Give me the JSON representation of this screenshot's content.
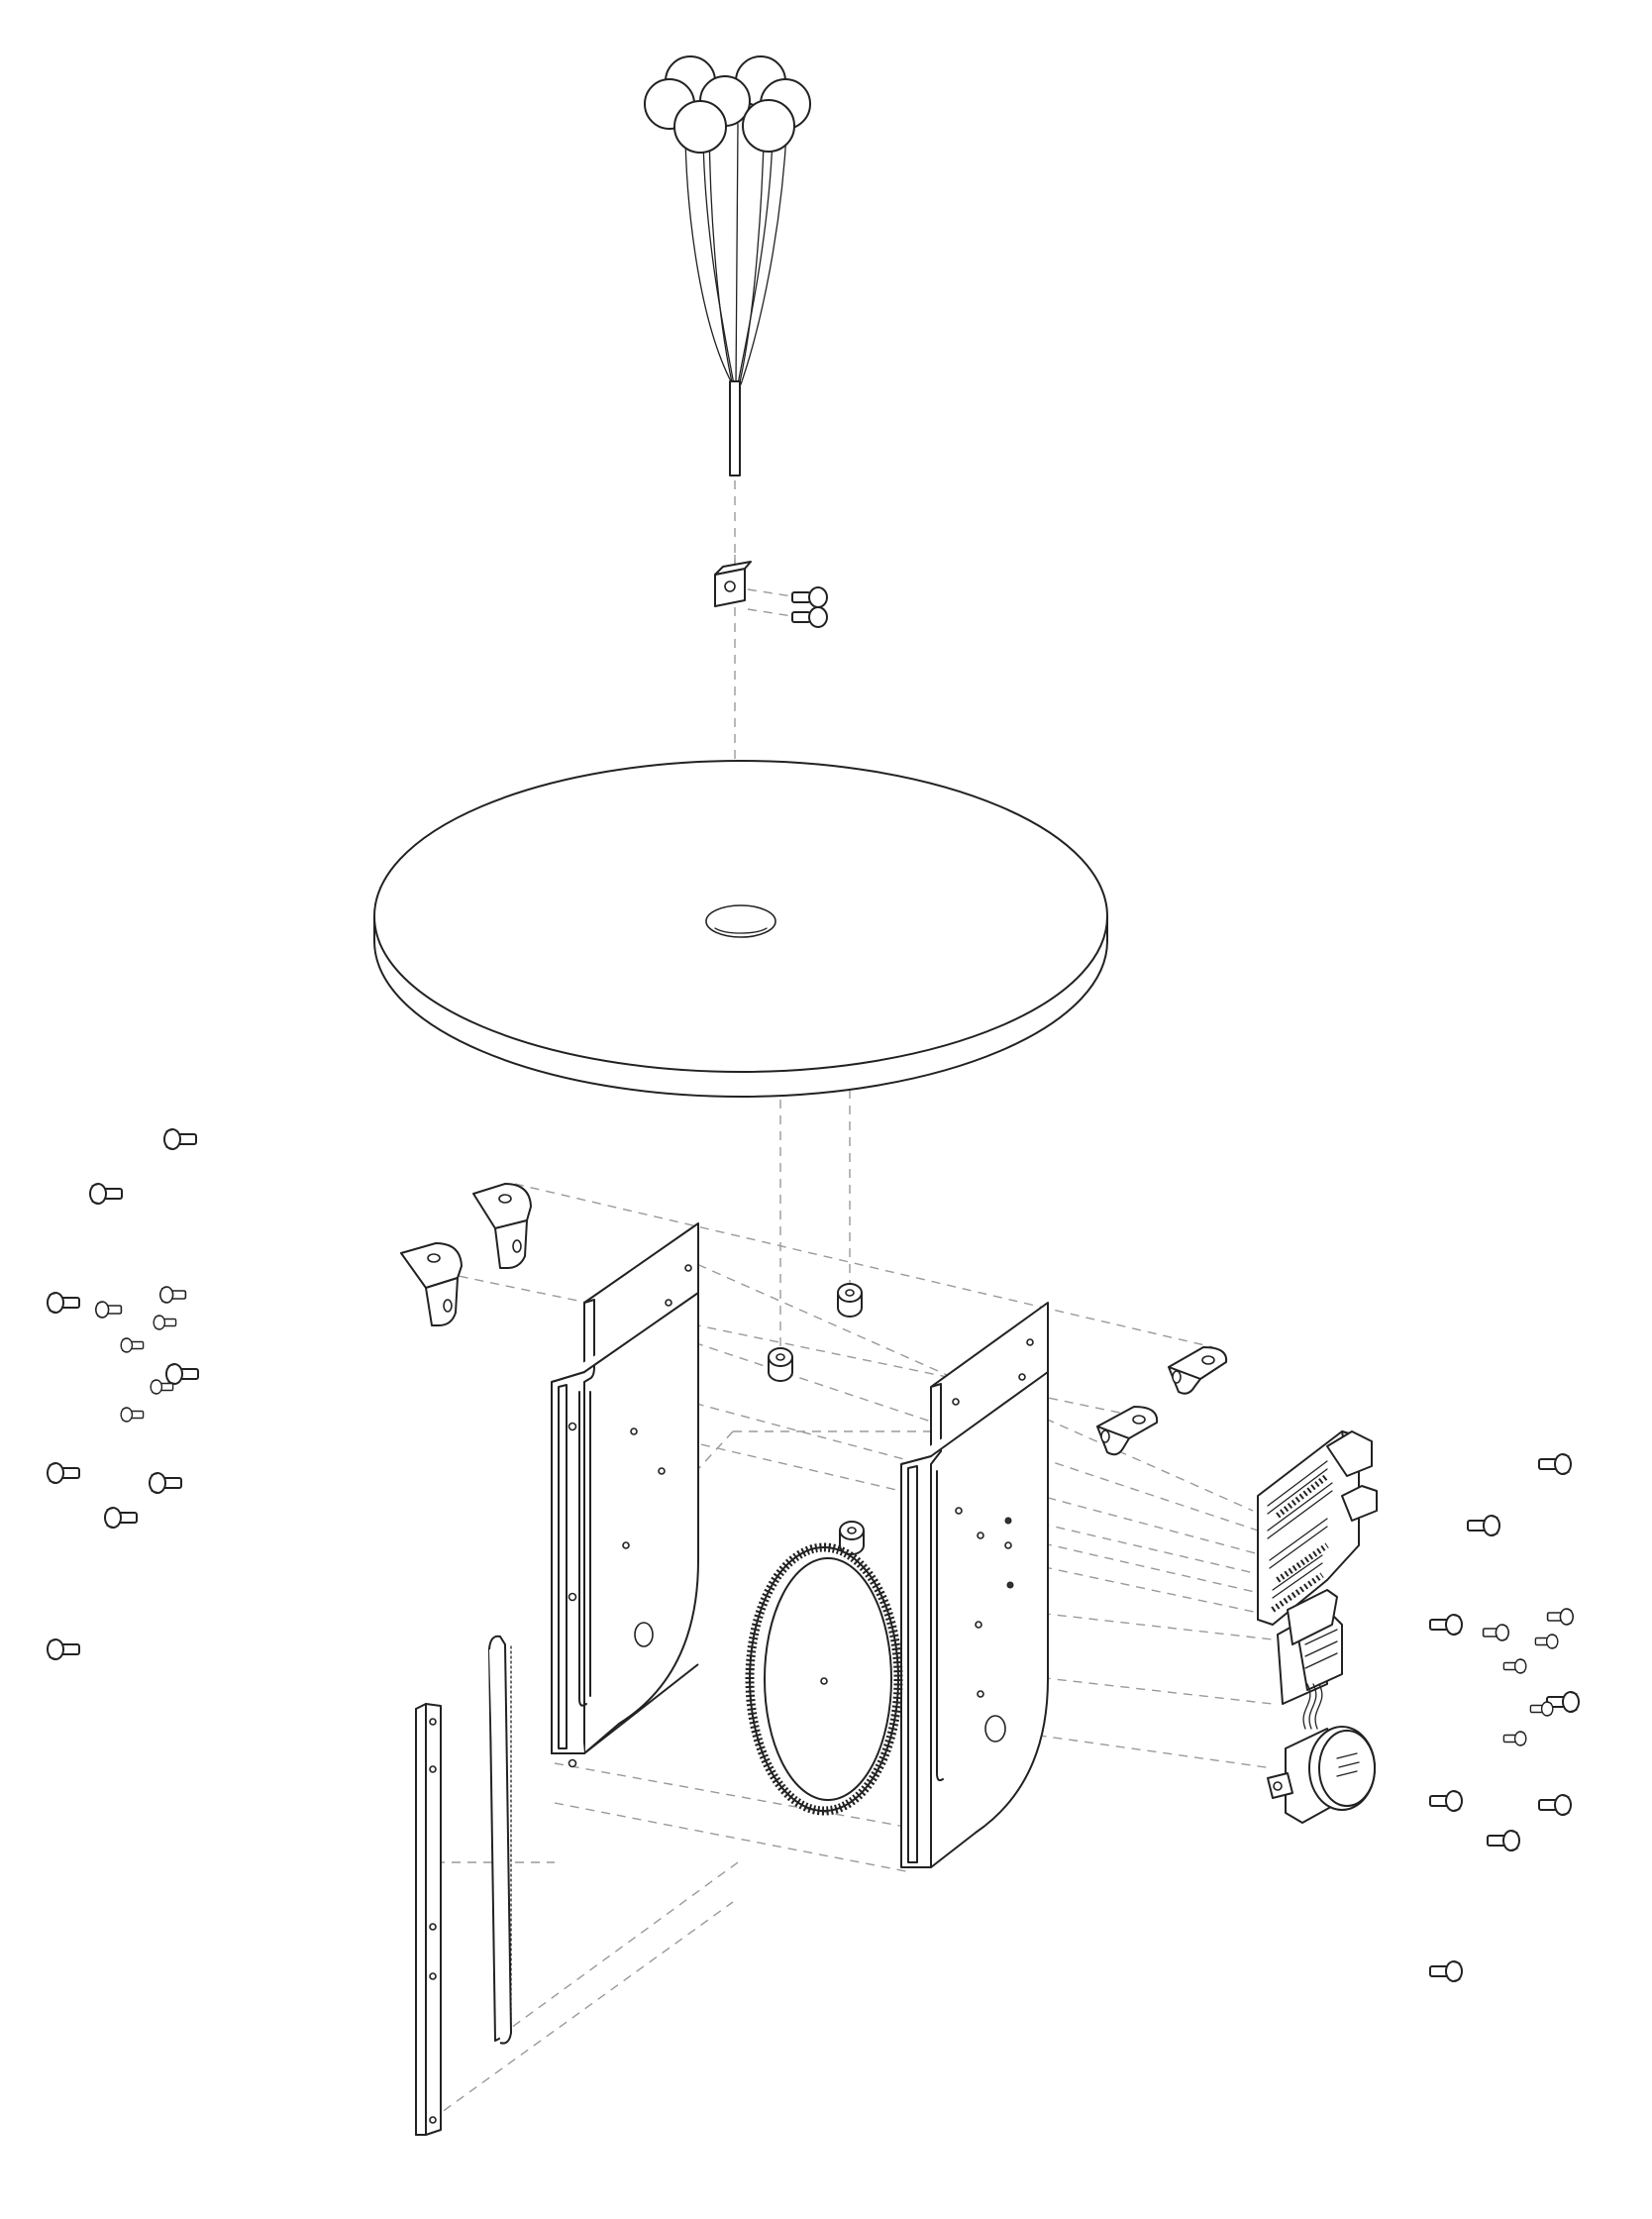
{
  "diagram": {
    "type": "exploded-assembly-drawing",
    "background": "#ffffff",
    "line_color": "#222222",
    "guide_line_color": "#9a9a9a",
    "parts": [
      "globe-cluster",
      "shaft-coupler",
      "coupler-screws",
      "round-top-plate",
      "angle-brackets",
      "spacers",
      "side-panels",
      "ring-gear",
      "pinion-gear",
      "rack-strip",
      "flat-bar",
      "control-boards",
      "stepper-motor",
      "loose-screws-left",
      "loose-screws-right"
    ]
  }
}
